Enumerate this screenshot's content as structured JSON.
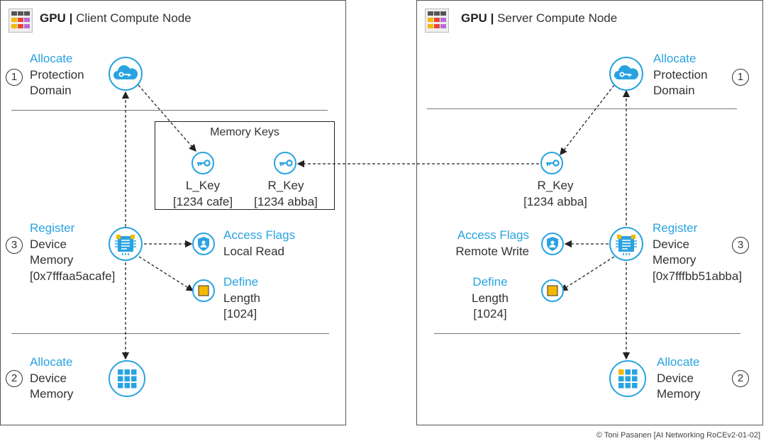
{
  "client": {
    "gpu": "GPU",
    "sep": "|",
    "node": "Client Compute Node",
    "pd": {
      "num": "1",
      "title": "Allocate",
      "l1": "Protection",
      "l2": "Domain"
    },
    "reg": {
      "num": "3",
      "title": "Register",
      "l1": "Device",
      "l2": "Memory",
      "l3": "[0x7fffaa5acafe]"
    },
    "access": {
      "title": "Access Flags",
      "l1": "Local Read"
    },
    "define": {
      "title": "Define",
      "l1": "Length",
      "l2": "[1024]"
    },
    "alloc": {
      "num": "2",
      "title": "Allocate",
      "l1": "Device",
      "l2": "Memory"
    }
  },
  "memory_keys": {
    "title": "Memory Keys",
    "lkey": {
      "name": "L_Key",
      "value": "[1234 cafe]"
    },
    "rkey": {
      "name": "R_Key",
      "value": "[1234 abba]"
    }
  },
  "server": {
    "gpu": "GPU",
    "sep": "|",
    "node": "Server Compute Node",
    "pd": {
      "num": "1",
      "title": "Allocate",
      "l1": "Protection",
      "l2": "Domain"
    },
    "rkey": {
      "name": "R_Key",
      "value": "[1234 abba]"
    },
    "reg": {
      "num": "3",
      "title": "Register",
      "l1": "Device",
      "l2": "Memory",
      "l3": "[0x7fffbb51abba]"
    },
    "access": {
      "title": "Access Flags",
      "l1": "Remote Write"
    },
    "define": {
      "title": "Define",
      "l1": "Length",
      "l2": "[1024]"
    },
    "alloc": {
      "num": "2",
      "title": "Allocate",
      "l1": "Device",
      "l2": "Memory"
    }
  },
  "credit": "© Toni Pasanen [AI Networking RoCEv2-01-02]",
  "colors": {
    "accent": "#29a3e0",
    "yellow": "#f5b800",
    "border": "#555555"
  },
  "icons": [
    "cloud-key-icon",
    "key-icon",
    "memory-chip-icon",
    "shield-user-icon",
    "square-icon",
    "grid-icon",
    "gpu-logo-icon"
  ]
}
